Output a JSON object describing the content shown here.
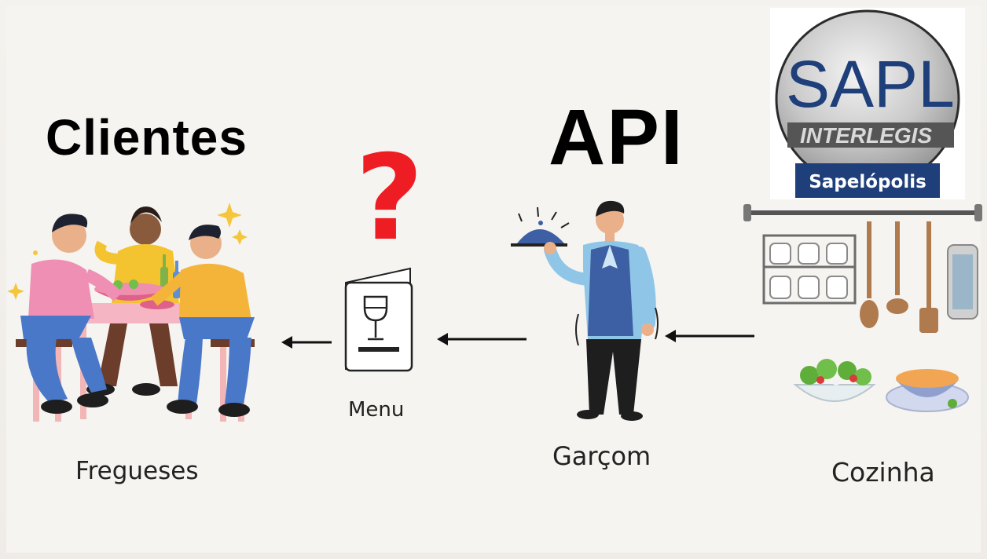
{
  "titles": {
    "clientes": "Clientes",
    "api": "API",
    "question": "?"
  },
  "captions": {
    "fregueses": "Fregueses",
    "menu": "Menu",
    "garcom": "Garçom",
    "cozinha": "Cozinha"
  },
  "logo": {
    "wordmark": "SAPL",
    "subtitle": "INTERLEGIS",
    "city": "Sapelópolis"
  },
  "colors": {
    "question": "#ee1d24",
    "logo_blue": "#1f3f7a",
    "vest": "#3d5fa3",
    "shirt": "#8fc6e8"
  },
  "flow": [
    "Cozinha",
    "Garçom",
    "Menu",
    "Fregueses"
  ]
}
